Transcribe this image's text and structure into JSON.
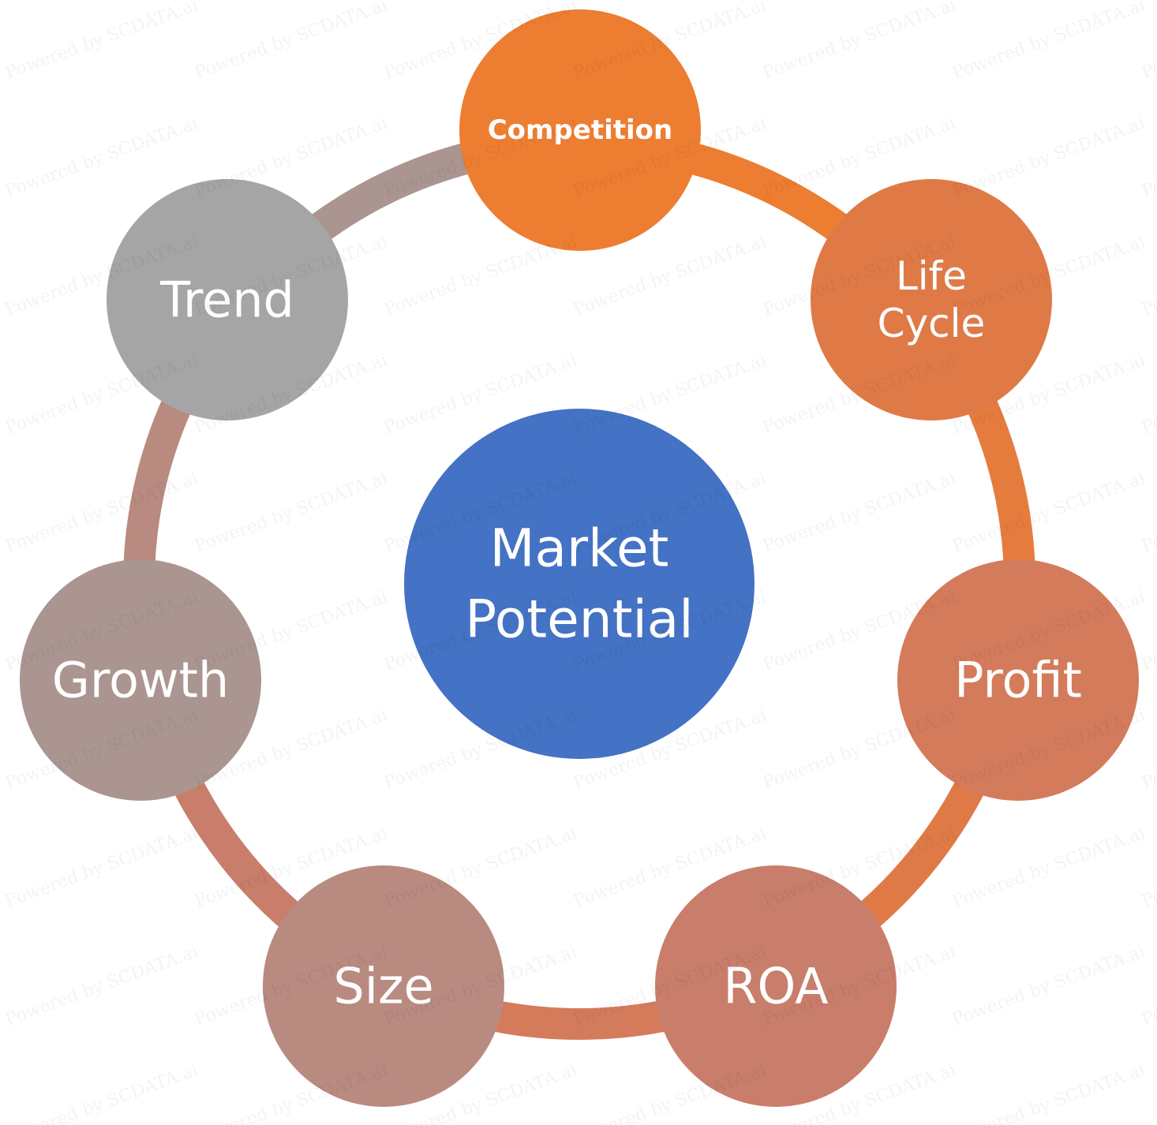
{
  "diagram": {
    "center": {
      "lines": [
        "Market",
        "Potential"
      ],
      "color": "#4472c4"
    },
    "nodes": [
      {
        "id": "competition",
        "lines": [
          "Competition"
        ],
        "color": "#ed7d31"
      },
      {
        "id": "life-cycle",
        "lines": [
          "Life",
          "Cycle"
        ],
        "color": "#df7a47"
      },
      {
        "id": "profit",
        "lines": [
          "Profit"
        ],
        "color": "#d47b5c"
      },
      {
        "id": "roa",
        "lines": [
          "ROA"
        ],
        "color": "#c97d6b"
      },
      {
        "id": "size",
        "lines": [
          "Size"
        ],
        "color": "#b98a80"
      },
      {
        "id": "growth",
        "lines": [
          "Growth"
        ],
        "color": "#aa9591"
      },
      {
        "id": "trend",
        "lines": [
          "Trend"
        ],
        "color": "#a5a5a5"
      }
    ],
    "ring_colors": [
      "#ed7d31",
      "#e57c3e",
      "#df7a47",
      "#d47b5c",
      "#c97d6b",
      "#b98a80",
      "#aa9591",
      "#a5a5a5"
    ]
  },
  "watermark": {
    "text": "Powered by SCDATA.ai"
  }
}
